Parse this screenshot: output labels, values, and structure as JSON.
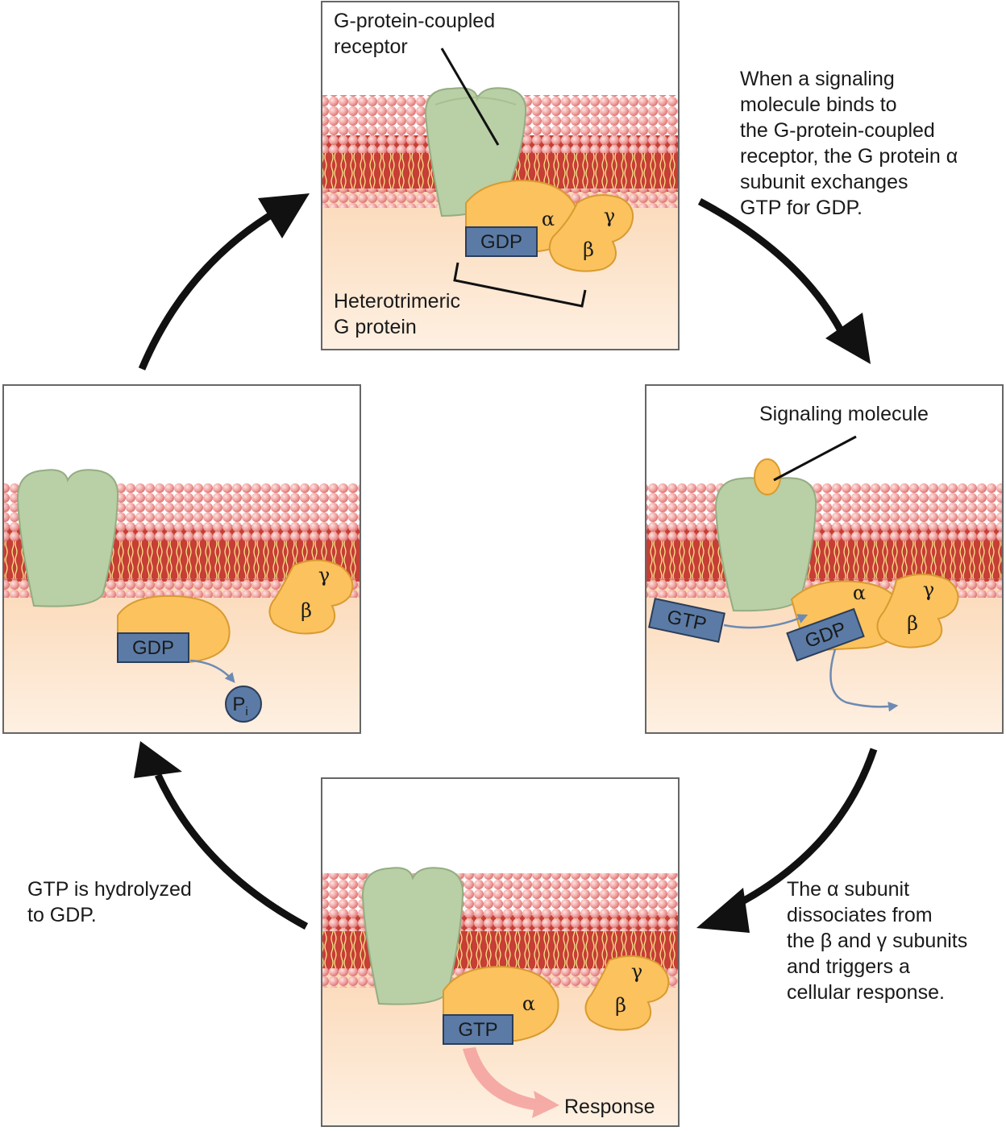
{
  "panels": {
    "top": {
      "receptor_label": [
        "G-protein-coupled",
        "receptor"
      ],
      "gdp": "GDP",
      "alpha": "α",
      "beta": "β",
      "gamma": "γ",
      "bracket_label": [
        "Heterotrimeric",
        "G protein"
      ]
    },
    "right": {
      "signal_label": "Signaling molecule",
      "gtp": "GTP",
      "gdp": "GDP",
      "alpha": "α",
      "beta": "β",
      "gamma": "γ"
    },
    "bottom": {
      "gtp": "GTP",
      "alpha": "α",
      "beta": "β",
      "gamma": "γ",
      "response": "Response"
    },
    "left": {
      "gdp": "GDP",
      "beta": "β",
      "gamma": "γ",
      "pi_main": "P",
      "pi_sub": "i"
    }
  },
  "captions": {
    "step1": [
      "When a signaling",
      "molecule binds to",
      "the G-protein-coupled",
      "receptor, the G protein α",
      "subunit exchanges",
      "GTP for GDP."
    ],
    "step2": [
      "The α subunit",
      "dissociates from",
      "the β and γ subunits",
      "and triggers a",
      "cellular response."
    ],
    "step3": [
      "GTP is hydrolyzed",
      "to GDP."
    ]
  },
  "colors": {
    "cytoplasm": "#fde5cc",
    "membrane_core": "#c8453a",
    "phospholipid_head": "#f3a5a5",
    "receptor": "#b9cfa6",
    "g_protein": "#fbc25e",
    "nucleotide_box": "#5b7ba6",
    "response_arrow": "#f4a3a0"
  }
}
